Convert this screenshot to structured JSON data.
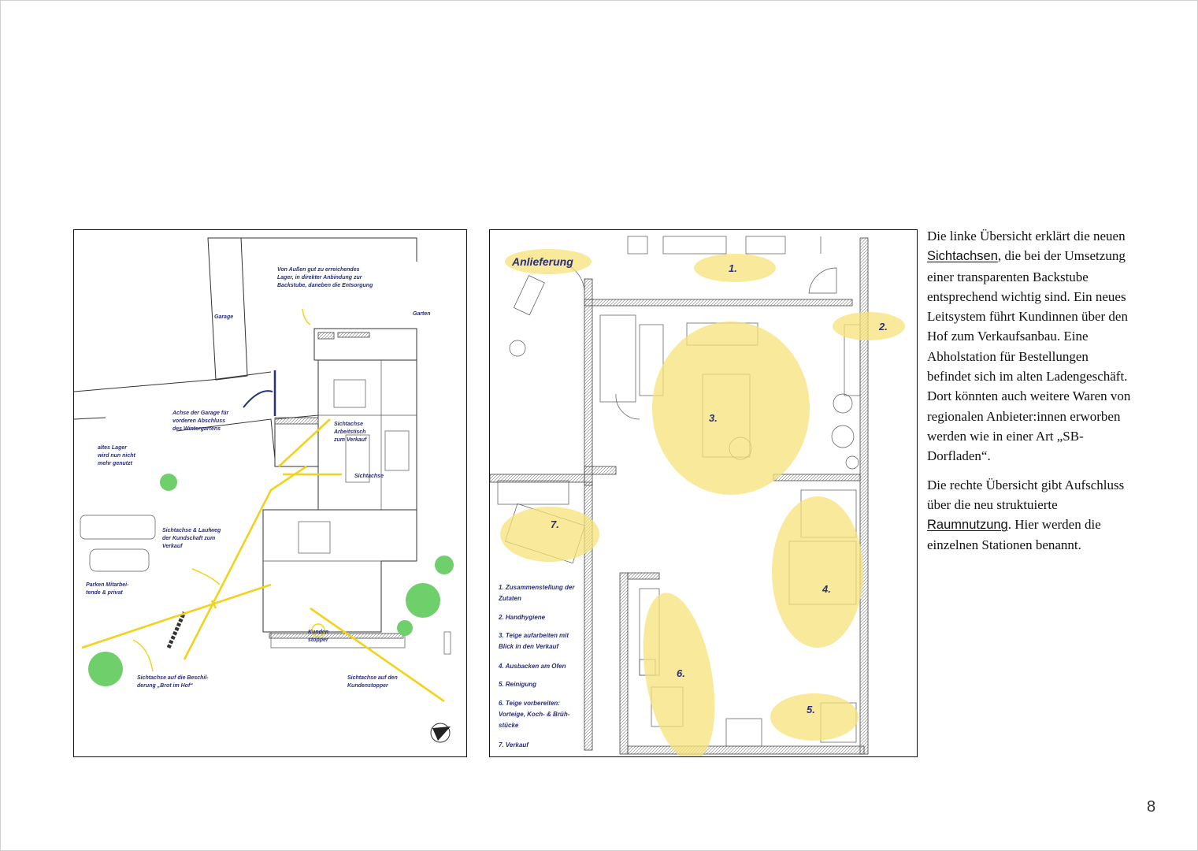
{
  "left_plan": {
    "labels": {
      "garage": "Garage",
      "garten": "Garten",
      "lager_top": [
        "Von Außen gut zu erreichendes",
        "Lager, in direkter Anbindung zur",
        "Backstube, daneben die Entsorgung"
      ],
      "achse_garage": [
        "Achse der Garage für",
        "vorderen Abschluss",
        "des Wintergartens"
      ],
      "altes_lager": [
        "altes Lager",
        "wird nun nicht",
        "mehr genutzt"
      ],
      "sicht_arbeitstisch": [
        "Sichtachse",
        "Arbeitstisch",
        "zum Verkauf"
      ],
      "sichtachse": "Sichtachse",
      "sicht_laufweg": [
        "Sichtachse & Laufweg",
        "der Kundschaft zum",
        "Verkauf"
      ],
      "parken": [
        "Parken Mitarbei-",
        "tende & privat"
      ],
      "kundenstopper": [
        "Kunden-",
        "stopper"
      ],
      "sicht_beschilderung": [
        "Sichtachse auf die Beschil-",
        "derung „Brot im Hof“"
      ],
      "sicht_kundenstopper": [
        "Sichtachse auf den",
        "Kundenstopper"
      ]
    }
  },
  "right_plan": {
    "anlieferung": "Anlieferung",
    "zones": [
      "1.",
      "2.",
      "3.",
      "4.",
      "5.",
      "6.",
      "7."
    ],
    "legend": [
      [
        "1. Zusammenstellung der",
        "Zutaten"
      ],
      [
        "2. Handhygiene"
      ],
      [
        "3. Teige aufarbeiten mit",
        "Blick in den Verkauf"
      ],
      [
        "4. Ausbacken am Ofen"
      ],
      [
        "5. Reinigung"
      ],
      [
        "6. Teige vorbereiten:",
        "Vorteige, Koch- & Brüh-",
        "stücke"
      ],
      [
        "7. Verkauf"
      ]
    ]
  },
  "text": {
    "p1_a": "Die linke Übersicht erklärt die neuen ",
    "p1_kw": "Sichtachsen",
    "p1_b": ", die bei der Umsetzung einer transparenten Backstube entsprechend wichtig sind. Ein neues Leitsystem führt Kundinnen über den Hof zum Verkaufsanbau. Eine Abholstation für Bestellungen befindet sich im alten Ladengeschäft. Dort könnten auch weitere Waren von regionalen Anbieter:innen erworben werden wie in einer Art „SB-Dorfladen“.",
    "p2_a": "Die rechte Übersicht gibt Aufschluss über die neu struktuierte ",
    "p2_kw": "Raumnutzung",
    "p2_b": ". Hier werden die einzelnen Stationen benannt."
  },
  "page_number": "8",
  "colors": {
    "annotation": "#2a2f7a",
    "axis": "#f2d21c",
    "zone": "#f5e27a",
    "tree": "#6fcf6a"
  }
}
